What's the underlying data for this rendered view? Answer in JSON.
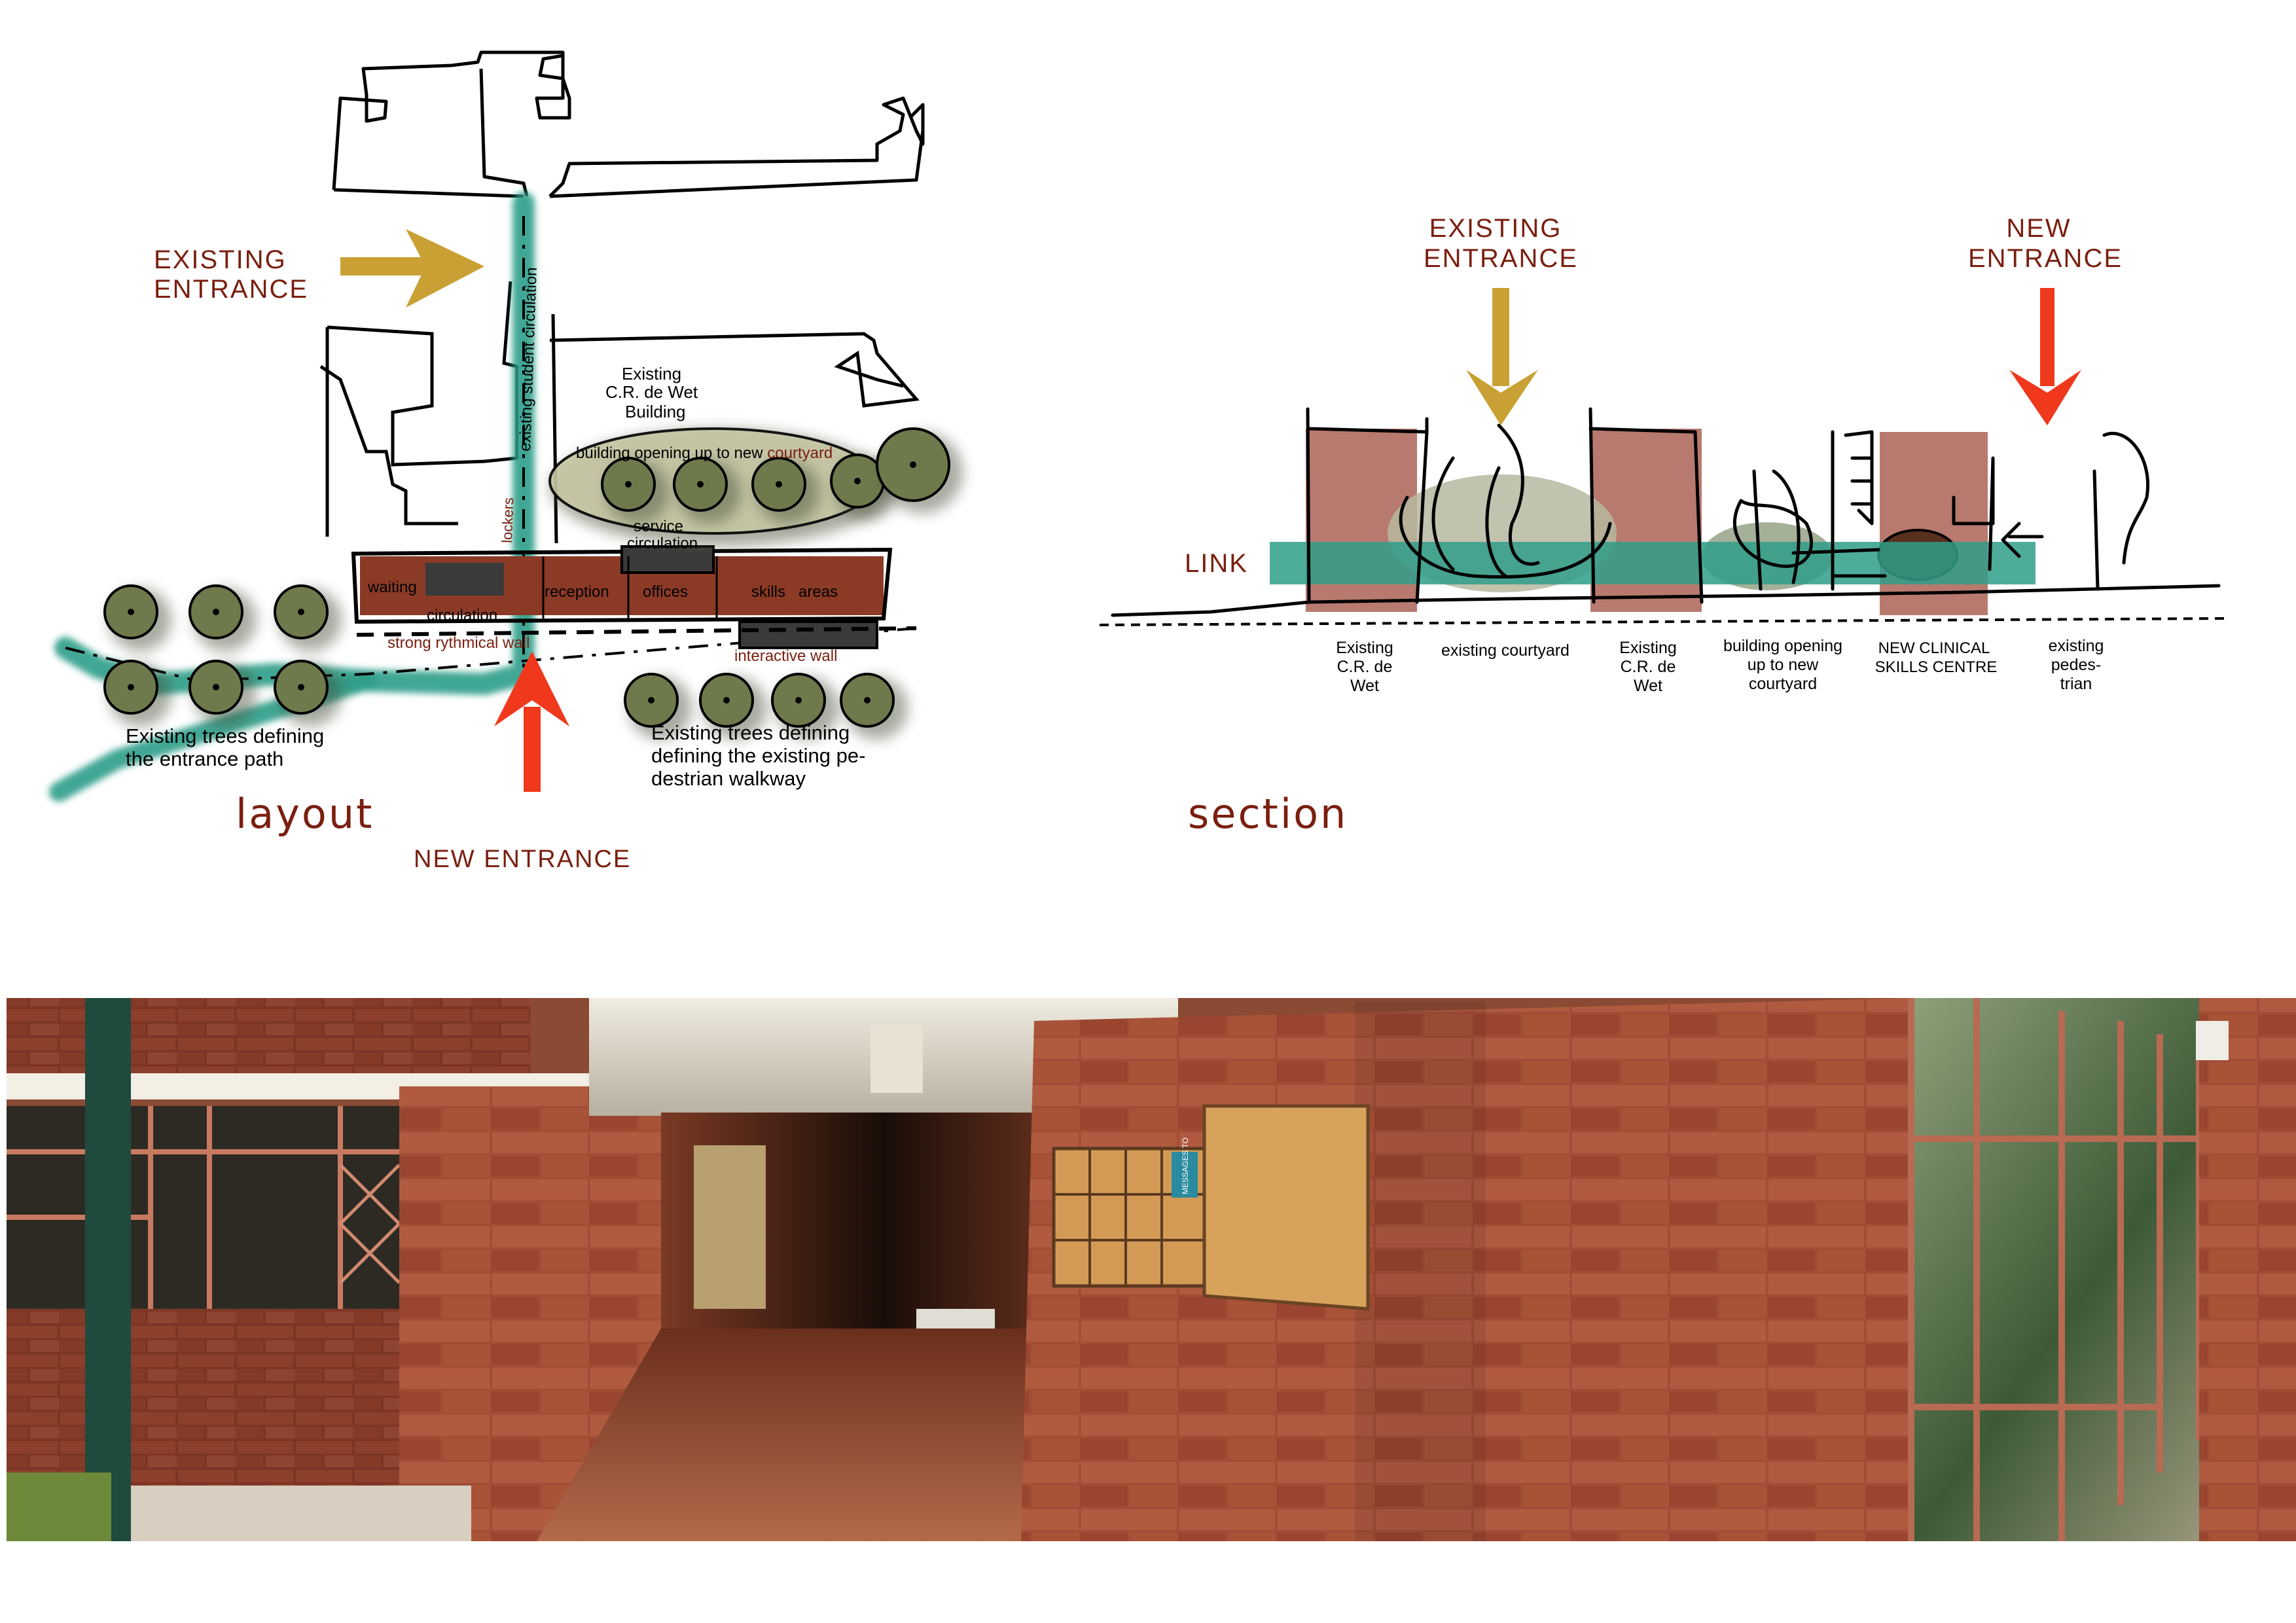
{
  "colors": {
    "ink": "#000000",
    "title_red": "#7a1f10",
    "existing_arrow": "#c9a033",
    "new_arrow": "#f0381c",
    "teal": "#2f9d8a",
    "brick_block": "#8b3a26",
    "pink_block": "#b87a6e",
    "tree_green": "#6f7a4c",
    "photo_brick": "#a2503a"
  },
  "layout": {
    "title": "layout",
    "existing_entrance": [
      "EXISTING",
      "ENTRANCE"
    ],
    "new_entrance": "NEW ENTRANCE",
    "labels": {
      "existing_building": [
        "Existing",
        "C.R. de Wet",
        "Building"
      ],
      "circulation_vertical": "existing student circulation",
      "lockers": "lockers",
      "building_opening": "building opening up to new ",
      "building_opening_accent": "courtyard",
      "service_circulation": [
        "service",
        "circulation"
      ],
      "waiting": "waiting",
      "circulation": "circulation",
      "reception": "reception",
      "offices": "offices",
      "skills_areas": "skills   areas",
      "strong_wall": "strong rythmical wall",
      "interactive_wall": "interactive wall",
      "trees_left": [
        "Existing trees defining",
        "the entrance path"
      ],
      "trees_right": [
        "Existing trees defining",
        "defining the existing pe-",
        "destrian walkway"
      ]
    }
  },
  "section": {
    "title": "section",
    "existing_entrance": [
      "EXISTING",
      "ENTRANCE"
    ],
    "new_entrance": [
      "NEW",
      "ENTRANCE"
    ],
    "link": "LINK",
    "labels": [
      [
        "Existing",
        "C.R. de",
        "Wet"
      ],
      [
        "existing courtyard"
      ],
      [
        "Existing",
        "C.R. de",
        "Wet"
      ],
      [
        "building opening",
        "up to new",
        "courtyard"
      ],
      [
        "NEW CLINICAL",
        "SKILLS CENTRE"
      ],
      [
        "existing",
        "pedes-",
        "trian"
      ]
    ]
  },
  "photo": {
    "notice_label": "MESSAGES TO"
  }
}
